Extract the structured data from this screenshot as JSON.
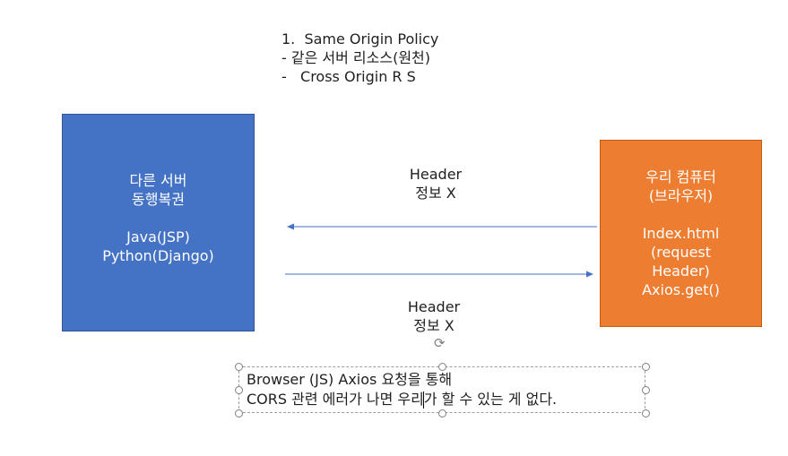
{
  "heading": {
    "line1": "1.  Same Origin Policy",
    "line2": "- 같은 서버 리소스(원천)",
    "line3": "-   Cross Origin R S"
  },
  "left_box": {
    "title1": "다른 서버",
    "title2": "동행복권",
    "tech1": "Java(JSP)",
    "tech2": "Python(Django)",
    "color": "#4472c4"
  },
  "right_box": {
    "title1": "우리 컴퓨터",
    "title2": "(브라우저)",
    "line1": "Index.html",
    "line2": "(request",
    "line3": "Header)",
    "line4": "Axios.get()",
    "color": "#ed7d31"
  },
  "top_label": {
    "line1": "Header",
    "line2": "정보 X"
  },
  "bottom_label": {
    "line1": "Header",
    "line2": "정보 X"
  },
  "note": {
    "line1": "Browser (JS) Axios 요청을 통해",
    "line2": "CORS 관련 에러가 나면 우리가 할 수 있는 게 없다."
  },
  "icons": {
    "rotate": "rotate-handle-icon",
    "arrow_left": "arrow-left-icon",
    "arrow_right": "arrow-right-icon"
  }
}
